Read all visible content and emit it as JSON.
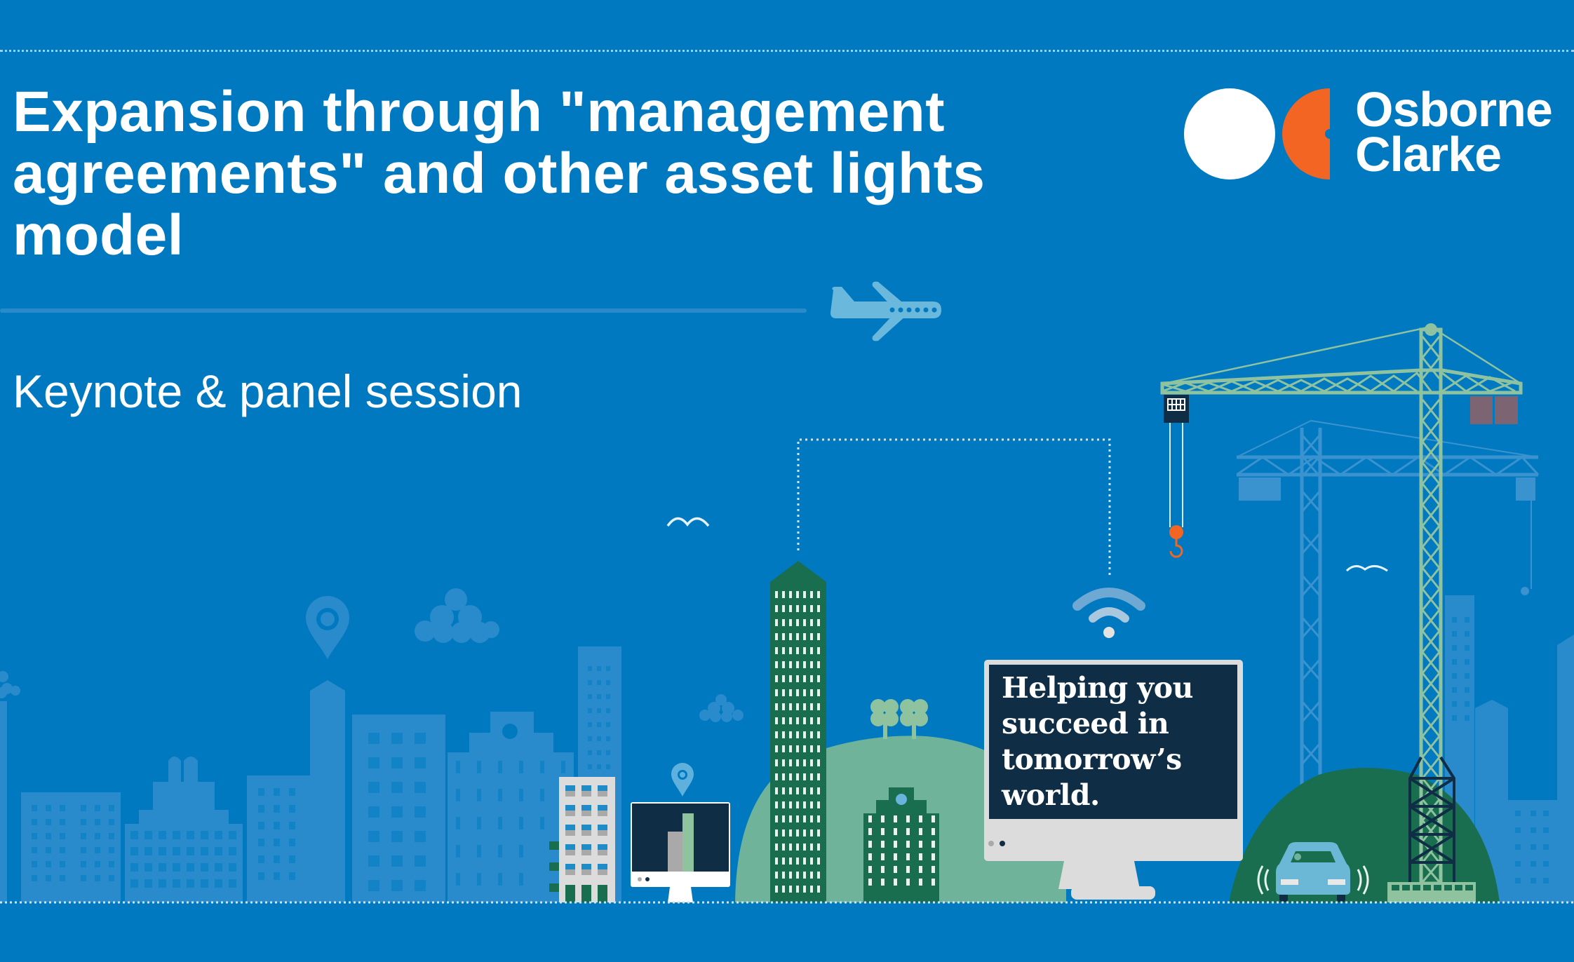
{
  "slide": {
    "title": "Expansion through \"management agreements\" and other asset lights model",
    "subtitle": "Keynote & panel session"
  },
  "logo": {
    "line1": "Osborne",
    "line2": "Clarke",
    "colors": {
      "circle": "#ffffff",
      "half_circle": "#f26522",
      "text": "#ffffff"
    }
  },
  "illustration": {
    "monitor_text_lines": [
      "Helping you",
      "succeed in",
      "tomorrow’s",
      "world."
    ],
    "icons": [
      "airplane-icon",
      "wifi-icon",
      "location-pin-icon",
      "cloud-icon",
      "bird-icon",
      "crane-icon",
      "car-icon",
      "tree-icon"
    ]
  },
  "colors": {
    "background": "#0079c1",
    "building_light": "#2a8bcc",
    "hill_light": "#6fb39a",
    "hill_dark": "#1a6e50",
    "screen_dark": "#0f2d45",
    "accent_orange": "#f26522",
    "crane_green": "#8fc3a0"
  }
}
